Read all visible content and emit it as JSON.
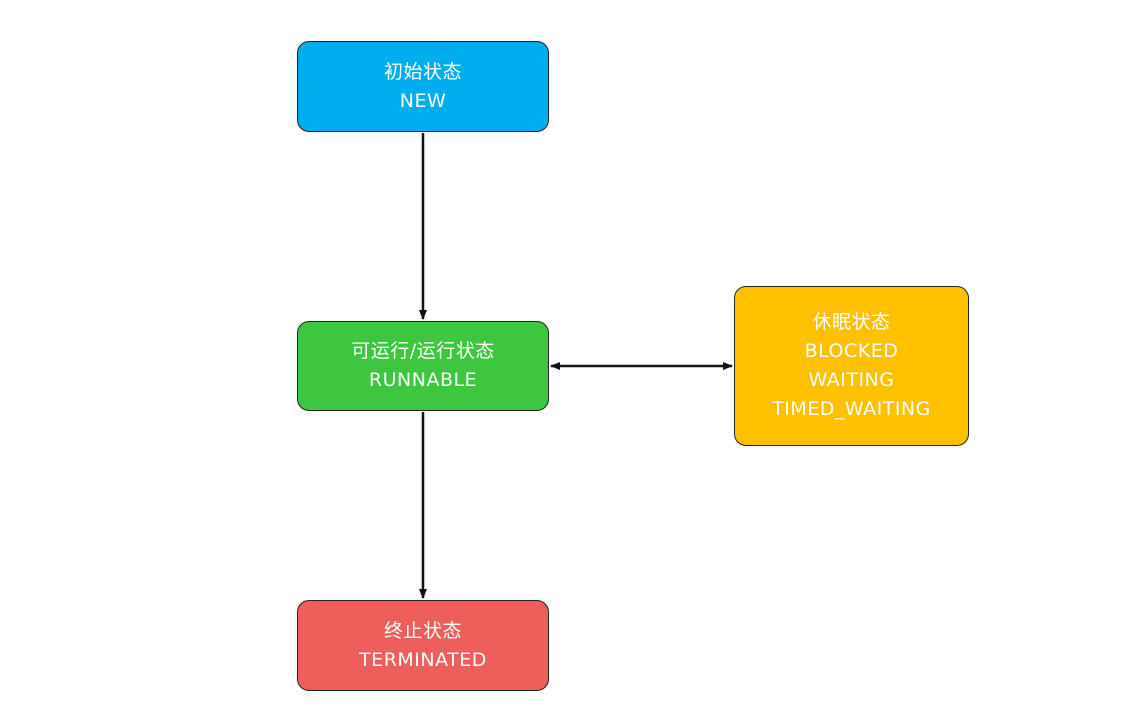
{
  "colors": {
    "new": "#00aef0",
    "runnable": "#3cc73f",
    "sleep": "#ffc000",
    "terminated": "#ee5e5a",
    "edge": "#111111"
  },
  "nodes": {
    "new": {
      "zh": "初始状态",
      "en": "NEW"
    },
    "runnable": {
      "zh": "可运行/运行状态",
      "en": "RUNNABLE"
    },
    "sleep": {
      "zh": "休眠状态",
      "lines": [
        "BLOCKED",
        "WAITING",
        "TIMED_WAITING"
      ]
    },
    "terminated": {
      "zh": "终止状态",
      "en": "TERMINATED"
    }
  }
}
